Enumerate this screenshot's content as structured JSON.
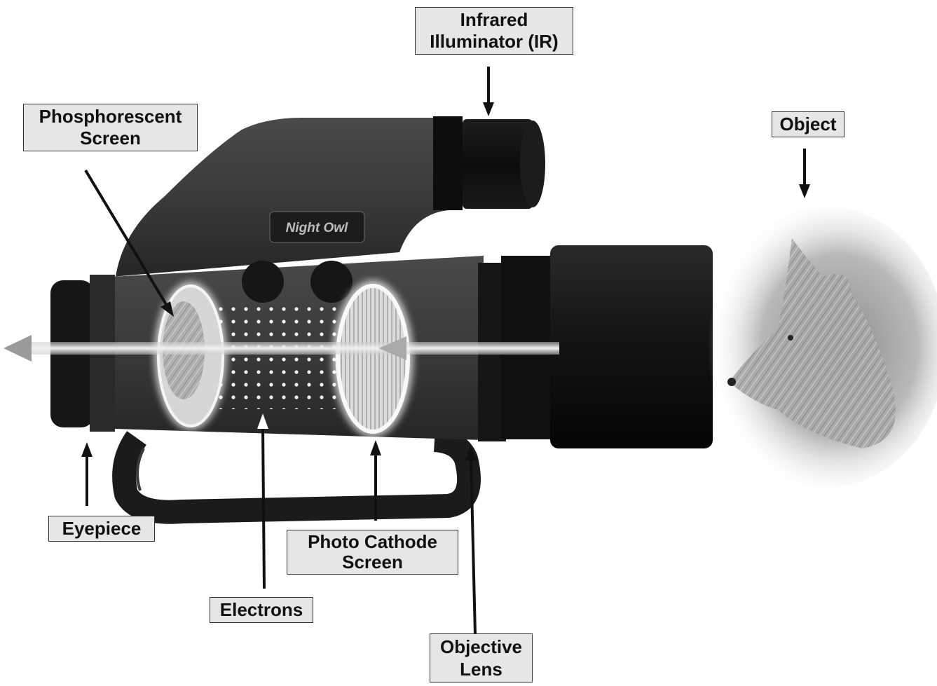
{
  "labels": {
    "infrared": [
      "Infrared",
      "Illuminator (IR)"
    ],
    "phosphor": [
      "Phosphorescent",
      "Screen"
    ],
    "object": [
      "Object"
    ],
    "eyepiece": [
      "Eyepiece"
    ],
    "photocathode": [
      "Photo Cathode",
      "Screen"
    ],
    "electrons": [
      "Electrons"
    ],
    "objective": [
      "Objective",
      "Lens"
    ]
  },
  "brand": "Night Owl",
  "colors": {
    "body": "#3a3a3a",
    "dark": "#111111",
    "label_bg": "#e6e6e6",
    "arrow": "#111111"
  }
}
